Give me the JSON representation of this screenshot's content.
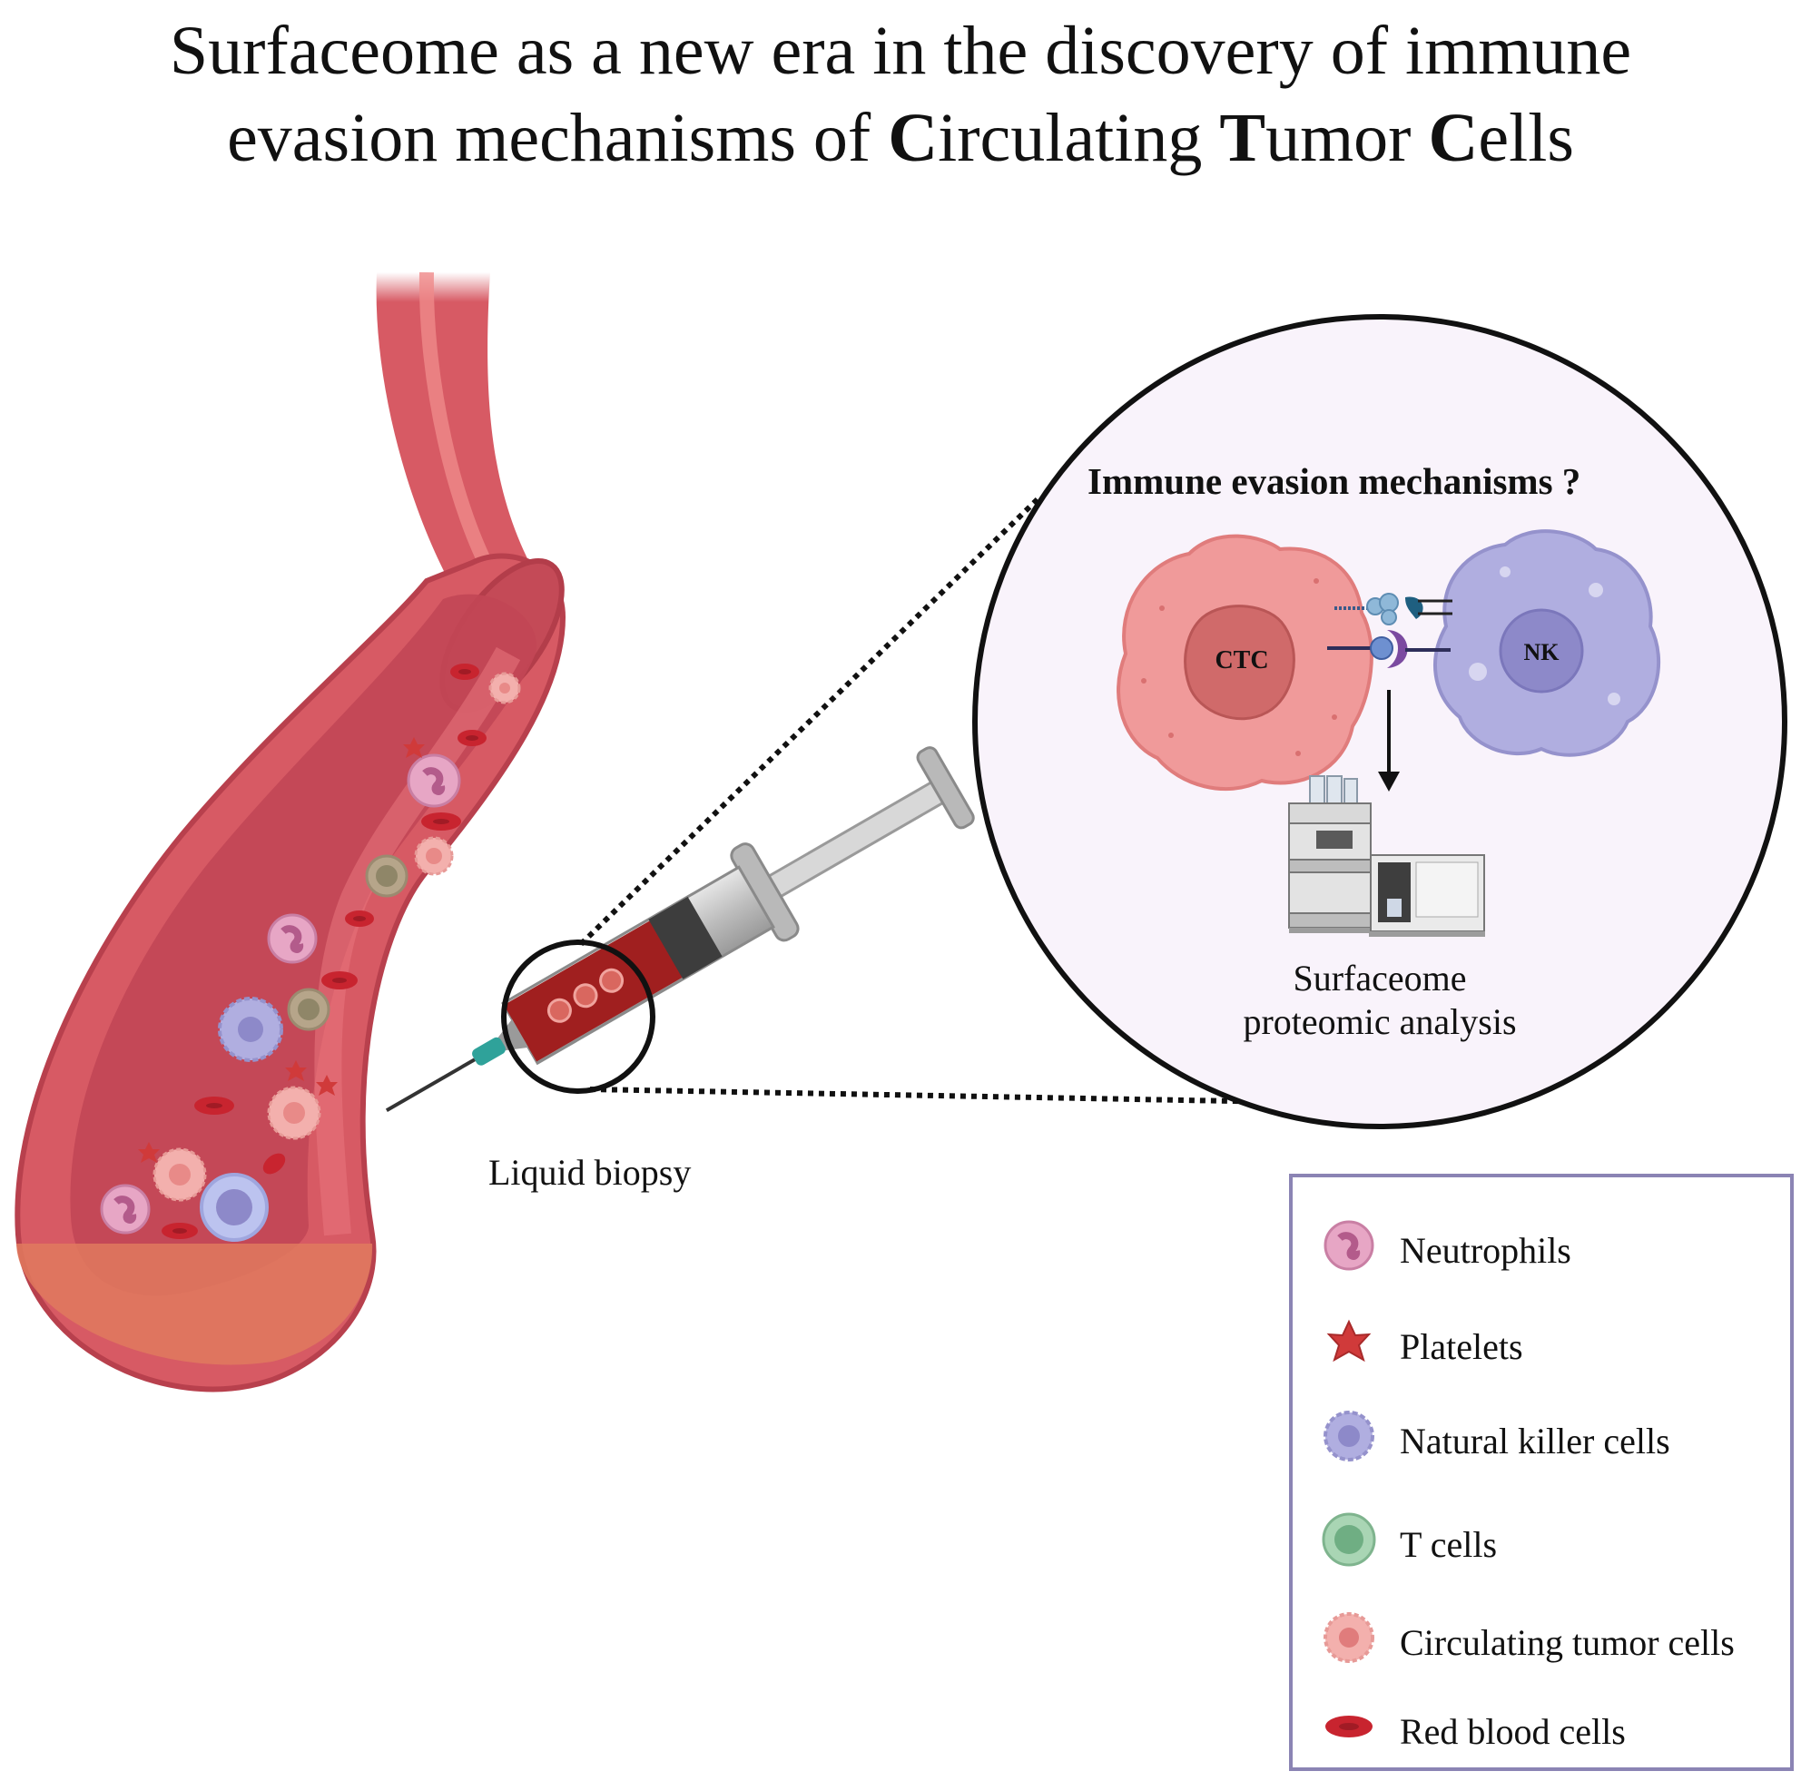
{
  "title": {
    "line1": "Surfaceome as a new era in the discovery of immune",
    "line2_prefix": "evasion mechanisms of ",
    "c1": "C",
    "w1": "irculating ",
    "t1": "T",
    "w2": "umor ",
    "c2": "C",
    "w3": "ells"
  },
  "labels": {
    "liquid_biopsy": "Liquid biopsy",
    "zoom_title": "Immune evasion mechanisms ?",
    "ctc": "CTC",
    "nk": "NK",
    "analysis_line1": "Surfaceome",
    "analysis_line2": "proteomic analysis"
  },
  "legend": {
    "items": [
      {
        "label": "Neutrophils",
        "icon": "neutrophil-icon"
      },
      {
        "label": "Platelets",
        "icon": "platelet-icon"
      },
      {
        "label": "Natural killer cells",
        "icon": "nk-cell-icon"
      },
      {
        "label": "T cells",
        "icon": "t-cell-icon"
      },
      {
        "label": "Circulating tumor cells",
        "icon": "ctc-icon"
      },
      {
        "label": "Red blood cells",
        "icon": "rbc-icon"
      }
    ]
  },
  "colors": {
    "vessel": "#d75a64",
    "vessel_dark": "#c44a57",
    "ctc": "#f09a9a",
    "nk": "#b0aee0",
    "neutrophil": "#e7a6c5",
    "t_cell": "#8fc6a0",
    "platelet": "#d03a3a",
    "rbc": "#c8242f",
    "legend_border": "#8b84b4",
    "zoom_fill": "#f9f3fb"
  }
}
